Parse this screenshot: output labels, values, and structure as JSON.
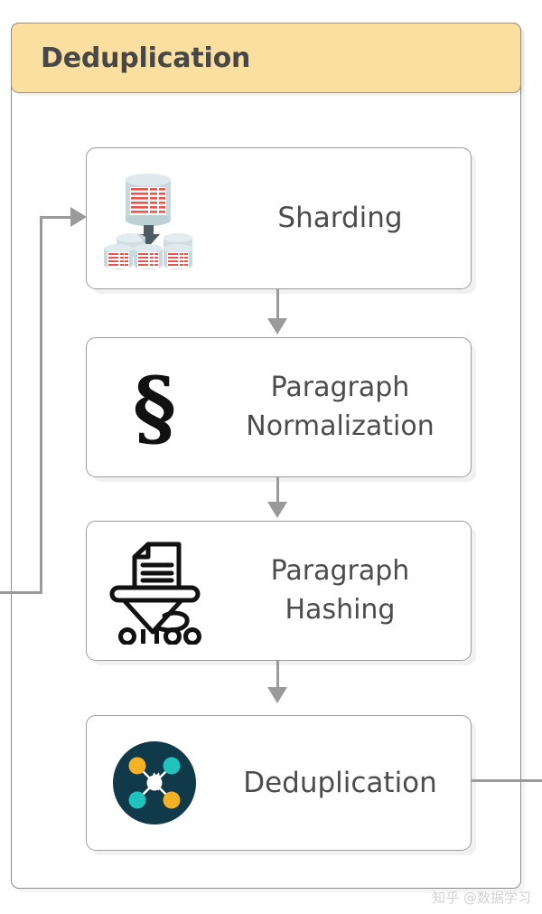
{
  "diagram": {
    "header": {
      "title": "Deduplication",
      "background_color": "#fadfa0",
      "text_color": "#474747"
    },
    "container": {
      "border_color": "#8c8c8c",
      "background_color": "#ffffff"
    },
    "steps": [
      {
        "id": "sharding",
        "label": "Sharding",
        "icon_name": "database-sharding-icon",
        "icon_colors": {
          "cylinder": "#c8d8dd",
          "cylinder_top": "#dde9ed",
          "rows": "#e8554e",
          "arrow": "#4d5b63"
        }
      },
      {
        "id": "paragraph-normalization",
        "label": "Paragraph\nNormalization",
        "label_line1": "Paragraph",
        "label_line2": "Normalization",
        "icon_name": "section-sign-icon",
        "icon_glyph": "§",
        "icon_colors": {
          "glyph": "#111111"
        }
      },
      {
        "id": "paragraph-hashing",
        "label": "Paragraph\nHashing",
        "label_line1": "Paragraph",
        "label_line2": "Hashing",
        "icon_name": "document-funnel-hash-icon",
        "icon_text": "01100",
        "icon_colors": {
          "stroke": "#111111"
        }
      },
      {
        "id": "deduplication",
        "label": "Deduplication",
        "icon_name": "network-nodes-deduplication-icon",
        "icon_colors": {
          "disc": "#10394a",
          "center": "#ffffff",
          "node_orange": "#f5b125",
          "node_teal": "#21c3bd"
        }
      }
    ],
    "connectors": {
      "color": "#9a9a9a",
      "inbound_label": "",
      "outbound_label": ""
    },
    "watermark": "知乎 @数据学习"
  }
}
